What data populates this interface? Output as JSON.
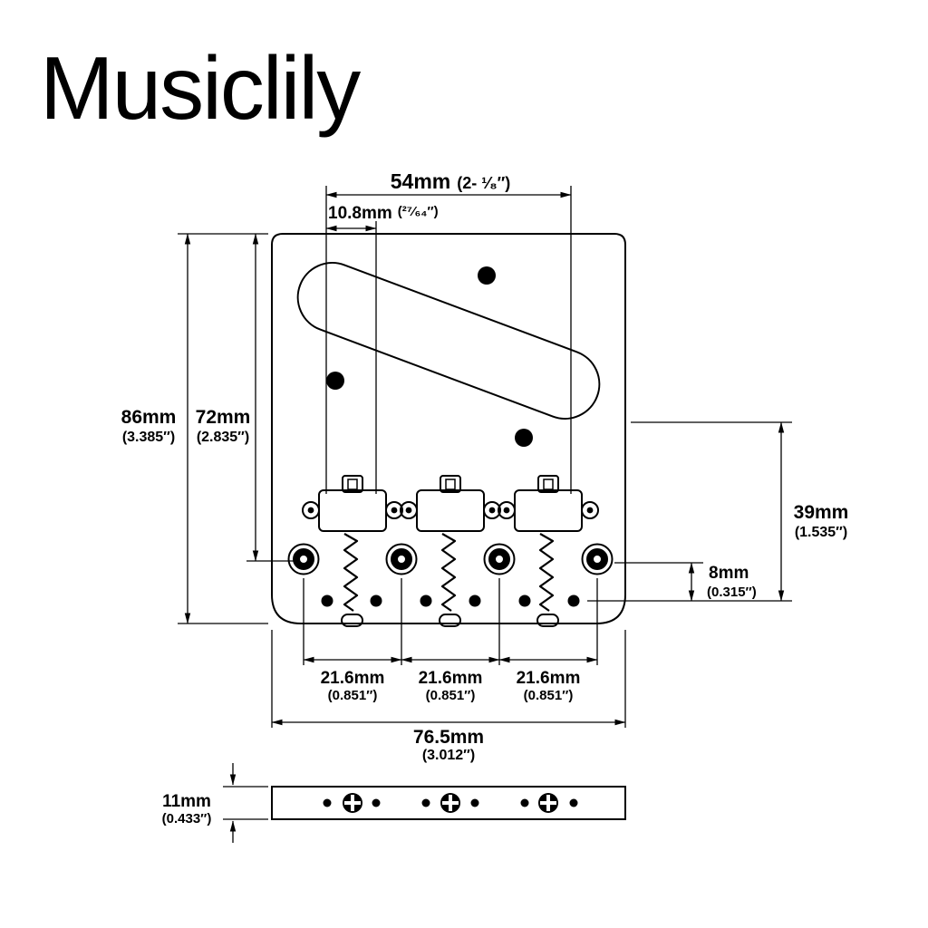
{
  "brand": "Musiclily",
  "colors": {
    "ink": "#000000",
    "background": "#ffffff"
  },
  "dimensions": {
    "saddle_screw_span": {
      "mm": "54mm",
      "inch": "(2- ¹⁄₈″)"
    },
    "string_spacing": {
      "mm": "10.8mm",
      "inch": "(²⁷⁄₆₄″)"
    },
    "overall_length": {
      "mm": "86mm",
      "inch": "(3.385″)"
    },
    "mount_hole_length": {
      "mm": "72mm",
      "inch": "(2.835″)"
    },
    "rear_height": {
      "mm": "39mm",
      "inch": "(1.535″)"
    },
    "hole_row_offset": {
      "mm": "8mm",
      "inch": "(0.315″)"
    },
    "saddle_spacings": [
      {
        "mm": "21.6mm",
        "inch": "(0.851″)"
      },
      {
        "mm": "21.6mm",
        "inch": "(0.851″)"
      },
      {
        "mm": "21.6mm",
        "inch": "(0.851″)"
      }
    ],
    "overall_width": {
      "mm": "76.5mm",
      "inch": "(3.012″)"
    },
    "side_height": {
      "mm": "11mm",
      "inch": "(0.433″)"
    }
  }
}
